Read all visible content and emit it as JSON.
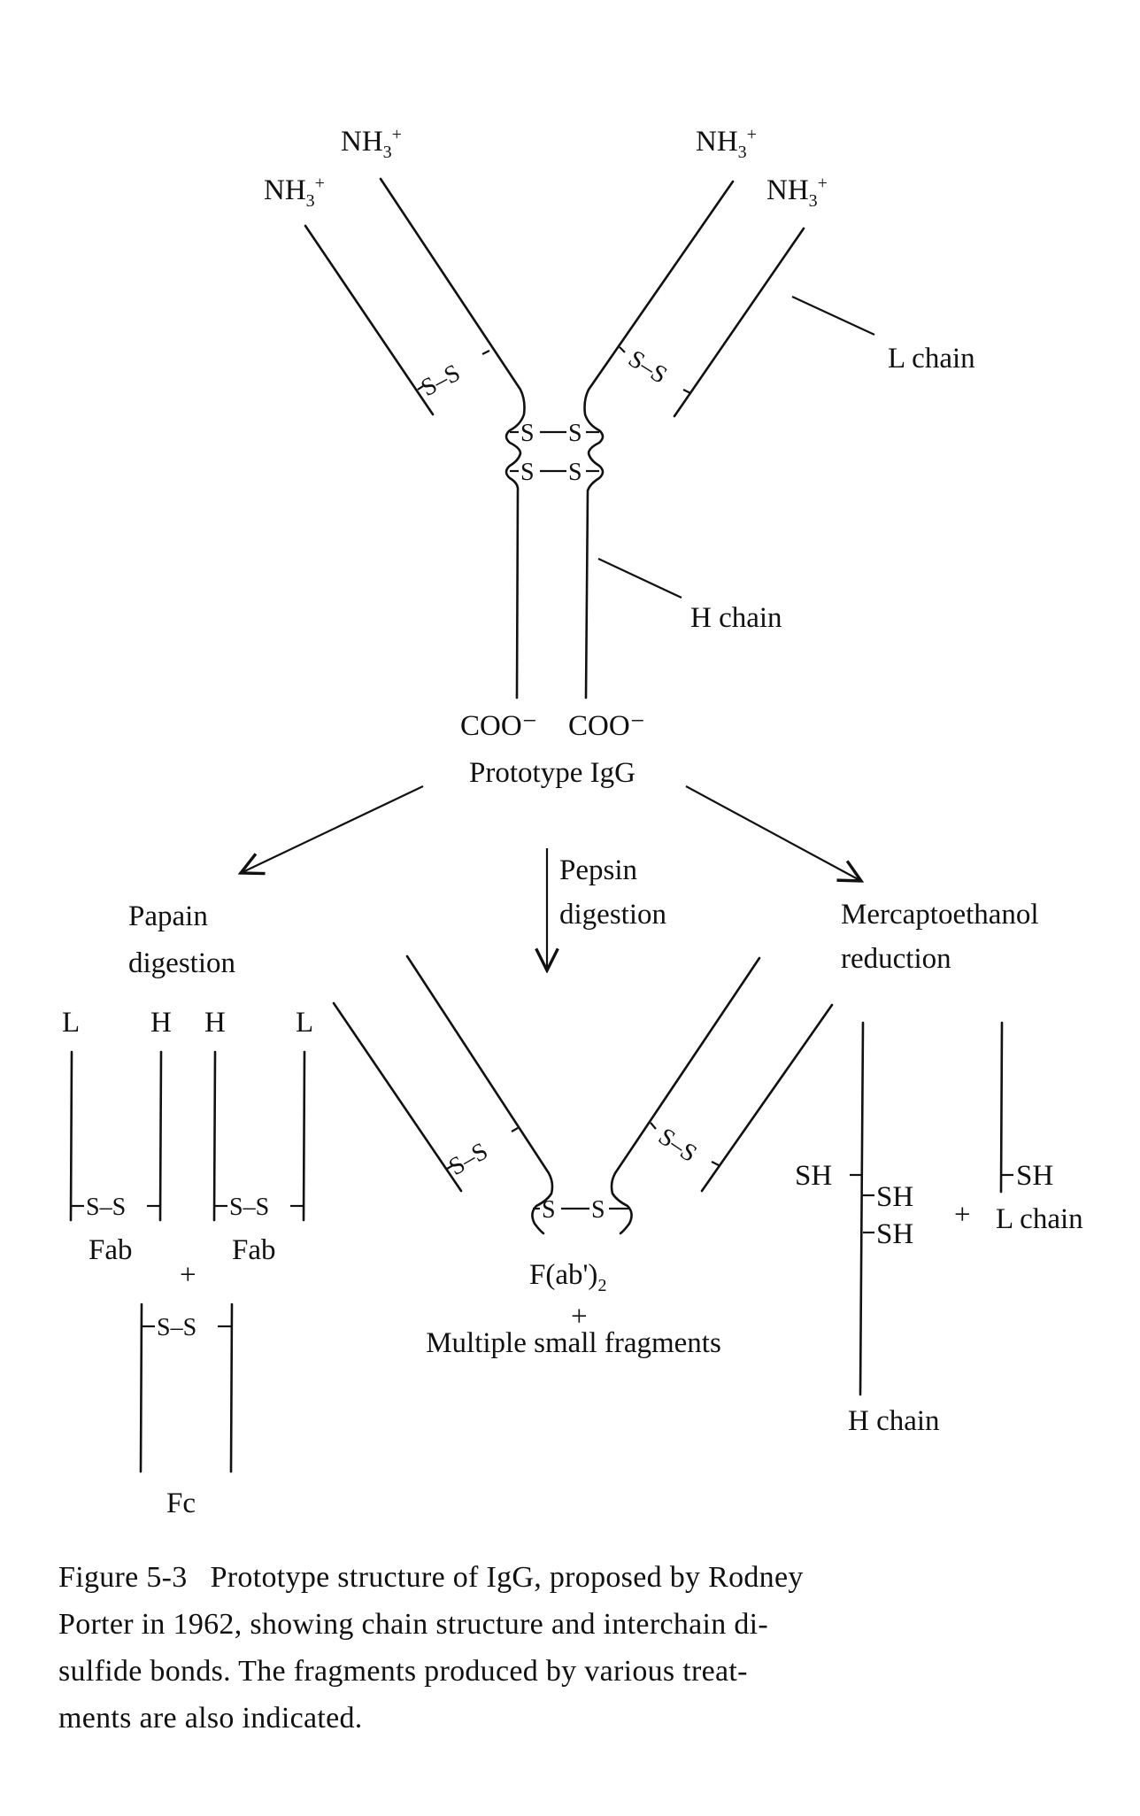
{
  "diagram": {
    "terminus_labels": {
      "nh3_base": "NH",
      "nh3_sub": "3",
      "nh3_sup": "+",
      "coo_left": "COO⁻",
      "coo_right": "COO⁻"
    },
    "bond_label": "S–S",
    "ss_letter": "S",
    "top": {
      "l_chain_label": "L chain",
      "h_chain_label": "H chain",
      "title": "Prototype IgG"
    },
    "treatments": {
      "papain_line1": "Papain",
      "papain_line2": "digestion",
      "pepsin_line1": "Pepsin",
      "pepsin_line2": "digestion",
      "mercapto_line1": "Mercaptoethanol",
      "mercapto_line2": "reduction"
    },
    "papain_products": {
      "chain_labels": [
        "L",
        "H",
        "H",
        "L"
      ],
      "fab_left": "Fab",
      "fab_right": "Fab",
      "plus": "+",
      "fc": "Fc"
    },
    "pepsin_products": {
      "fab2_base": "F(ab')",
      "fab2_sub": "2",
      "plus": "+",
      "fragments": "Multiple small fragments"
    },
    "reduction_products": {
      "sh": "SH",
      "plus": "+",
      "l_chain": "L chain",
      "h_chain": "H chain"
    }
  },
  "caption": {
    "figure_number": "Figure 5-3",
    "lines": [
      "Prototype structure of IgG, proposed by Rodney",
      "Porter in 1962, showing chain structure and interchain di-",
      "sulfide bonds. The fragments produced by various treat-",
      "ments are also indicated."
    ]
  }
}
